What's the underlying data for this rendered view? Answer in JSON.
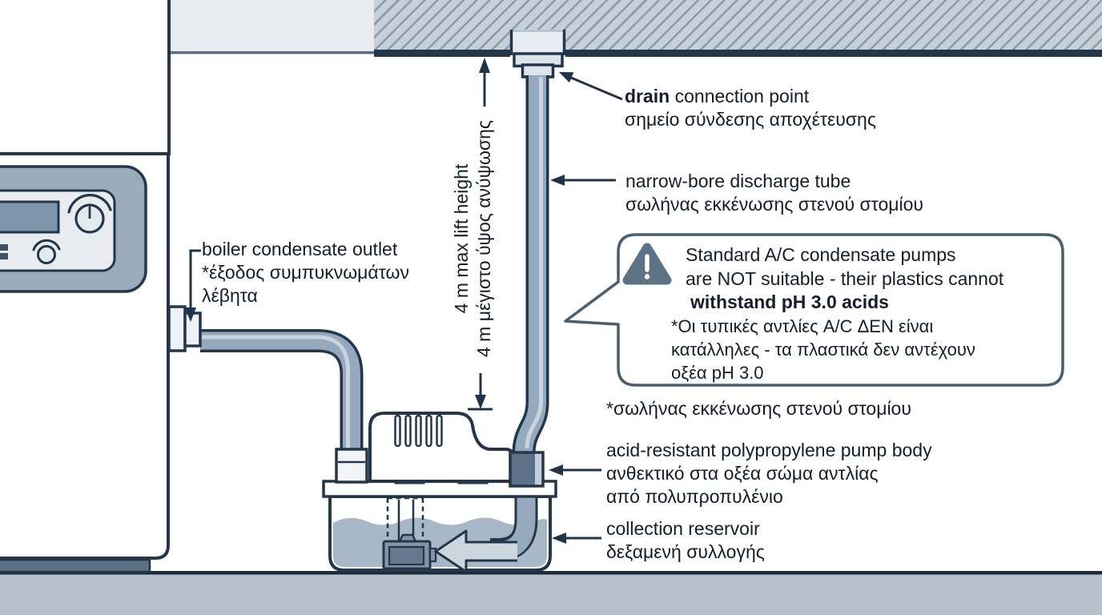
{
  "colors": {
    "outline": "#24364a",
    "leader": "#1f3349",
    "text": "#151d29",
    "pipe_fill": "#94a9bd",
    "pipe_highlight": "#c9d4e0",
    "fitting_light": "#dde4eb",
    "fitting_dark": "#5d7286",
    "ceiling_bg": "#c7d0da",
    "ceiling_hatch_line": "#8c99a8",
    "ceiling_light_band": "#e7ebf0",
    "floor": "#b5c1cd",
    "water": "#a9b8c6",
    "panel": "#9aabba",
    "panel_face": "#e8ecf1",
    "screen": "#7d94ab",
    "plinth": "#5d7185",
    "callout_border": "#4a5e70",
    "warning_triangle": "#5d7285",
    "flow_arrow_fill": "#ccd6df",
    "pump_unit": "#8296aa",
    "pump_unit_inner": "#64798e"
  },
  "labels": {
    "drain_point": {
      "en_bold": "drain",
      "en_rest": " connection point",
      "el": "σημείο σύνδεσης αποχέτευσης"
    },
    "discharge_tube": {
      "en": "narrow-bore discharge tube",
      "el": "σωλήνας εκκένωσης στενού στομίου"
    },
    "boiler_outlet": {
      "en": "boiler condensate outlet",
      "el_line1": "*έξοδος συμπυκνωμάτων",
      "el_line2": "λέβητα"
    },
    "lift_height": {
      "en": "4 m max lift height",
      "el": "4 m μέγιστο ύψος ανύψωσης"
    },
    "footnote": {
      "el": "*σωλήνας εκκένωσης στενού στομίου"
    },
    "pump_body": {
      "en": "acid-resistant polypropylene pump body",
      "el_line1": "ανθεκτικό στα οξέα σώμα αντλίας",
      "el_line2": "από πολυπροπυλένιο"
    },
    "reservoir": {
      "en": "collection reservoir",
      "el": "δεξαμενή συλλογής"
    }
  },
  "warning_callout": {
    "icon": "warning-triangle-icon",
    "en_line1": "Standard A/C condensate pumps",
    "en_line2": "are NOT suitable - their plastics cannot",
    "en_line3_bold": "withstand pH 3.0 acids",
    "el_line1": "*Οι τυπικές αντλίες A/C ΔΕΝ είναι",
    "el_line2": "κατάλληλες - τα πλαστικά δεν αντέχουν",
    "el_line3": "οξέα pH 3.0"
  }
}
